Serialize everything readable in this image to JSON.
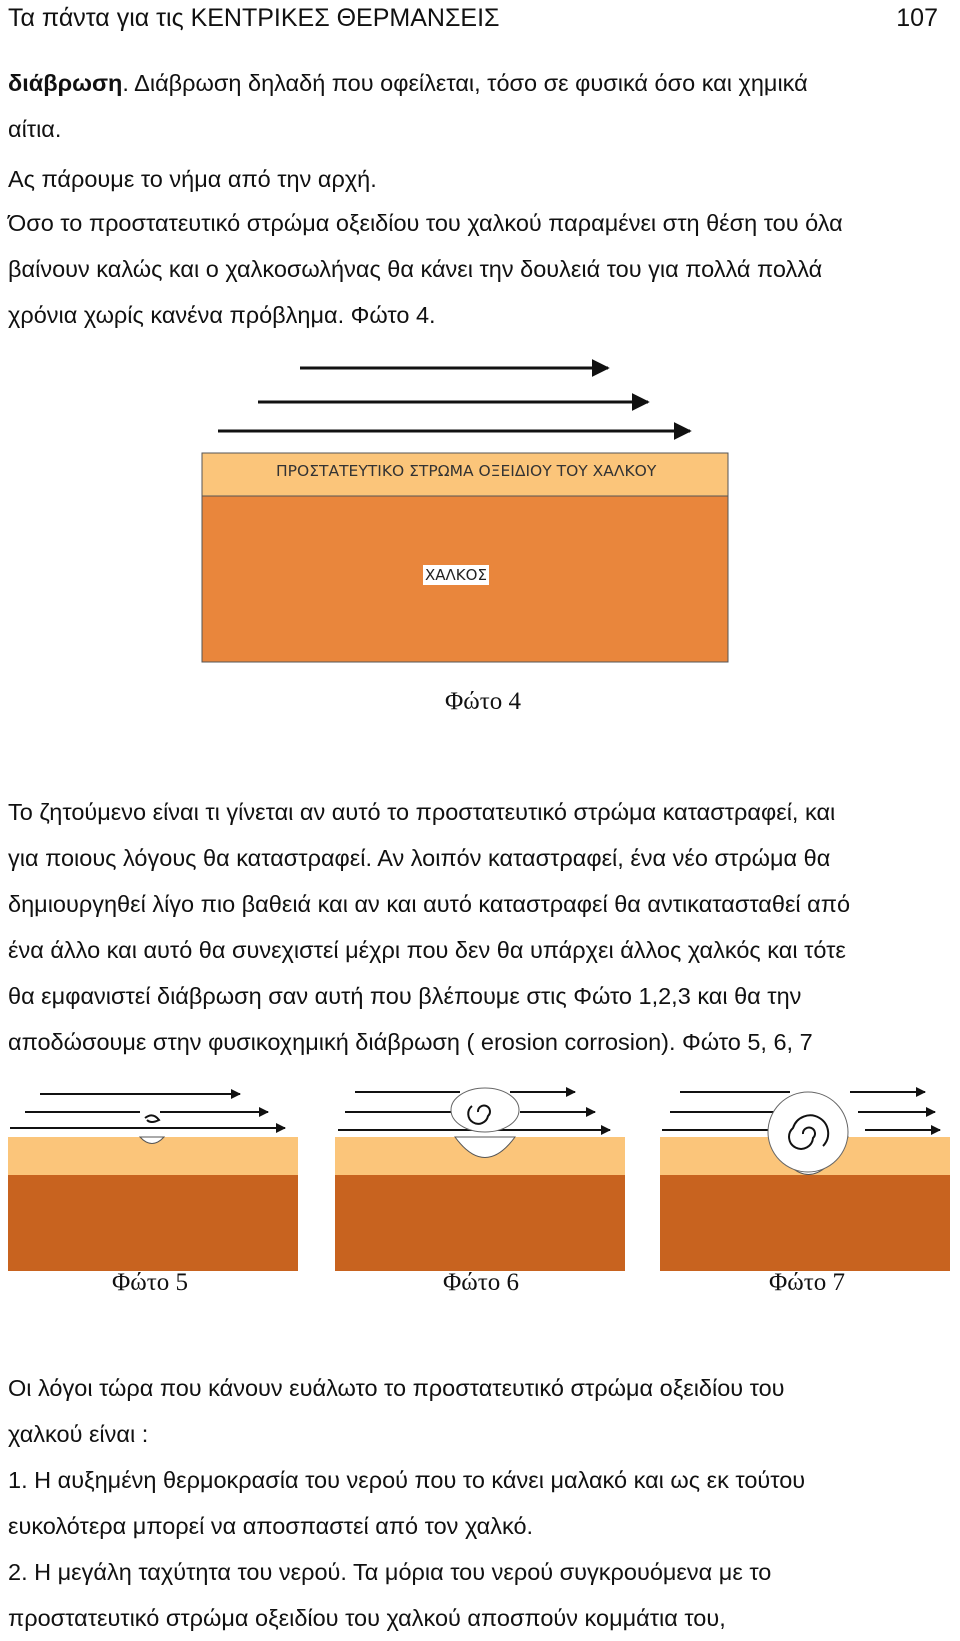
{
  "header": {
    "title": "Τα πάντα για τις ΚΕΝΤΡΙΚΕΣ ΘΕΡΜΑΝΣΕΙΣ",
    "page_number": "107"
  },
  "para1": {
    "bold": "διάβρωση",
    "rest_line1": ". Διάβρωση δηλαδή που οφείλεται, τόσο σε φυσικά όσο και χημικά",
    "line2": "αίτια."
  },
  "para2": "Ας πάρουμε το νήμα από την αρχή.",
  "para3": [
    "Όσο το προστατευτικό στρώμα οξειδίου του χαλκού παραμένει στη θέση του όλα",
    "βαίνουν καλώς και ο χαλκοσωλήνας θα κάνει την δουλειά του για πολλά πολλά",
    "χρόνια χωρίς κανένα πρόβλημα. Φώτο 4."
  ],
  "figure4": {
    "layer_label": "ΠΡΟΣΤΑΤΕΥΤΙΚΟ ΣΤΡΩΜΑ ΟΞΕΙΔΙΟΥ ΤΟΥ ΧΑΛΚΟΥ",
    "copper_label": "ΧΑΛΚΟΣ",
    "caption": "Φώτο 4"
  },
  "para4": [
    " Το ζητούμενο είναι τι γίνεται αν αυτό το προστατευτικό στρώμα καταστραφεί, και",
    "για ποιους λόγους θα καταστραφεί. Αν λοιπόν καταστραφεί, ένα νέο στρώμα θα",
    "δημιουργηθεί λίγο πιο βαθειά και αν και αυτό καταστραφεί θα αντικατασταθεί από",
    "ένα άλλο και αυτό θα συνεχιστεί μέχρι που δεν θα υπάρχει άλλος χαλκός και τότε",
    "θα εμφανιστεί διάβρωση σαν αυτή  που βλέπουμε στις Φώτο 1,2,3 και θα την",
    "αποδώσουμε στην φυσικοχημική διάβρωση ( erosion corrosion). Φώτο 5, 6, 7"
  ],
  "figures567": {
    "captions": [
      "Φώτο 5",
      "Φώτο 6",
      "Φώτο 7"
    ]
  },
  "para5": [
    "Οι λόγοι τώρα που κάνουν ευάλωτο το προστατευτικό στρώμα οξειδίου του",
    "χαλκού είναι :"
  ],
  "list": [
    {
      "num": "1.",
      "lines": [
        "Η αυξημένη θερμοκρασία του νερού που το κάνει μαλακό και ως εκ τούτου",
        "ευκολότερα μπορεί να αποσπαστεί από τον χαλκό."
      ]
    },
    {
      "num": "2.",
      "lines": [
        "Η μεγάλη ταχύτητα του νερού. Τα μόρια του νερού συγκρουόμενα με το",
        "προστατευτικό στρώμα οξειδίου του χαλκού αποσπούν κομμάτια του,"
      ]
    }
  ],
  "colors": {
    "oxide_layer": "#fbc57a",
    "copper": "#e9863c",
    "copper_dark": "#c8631f"
  }
}
